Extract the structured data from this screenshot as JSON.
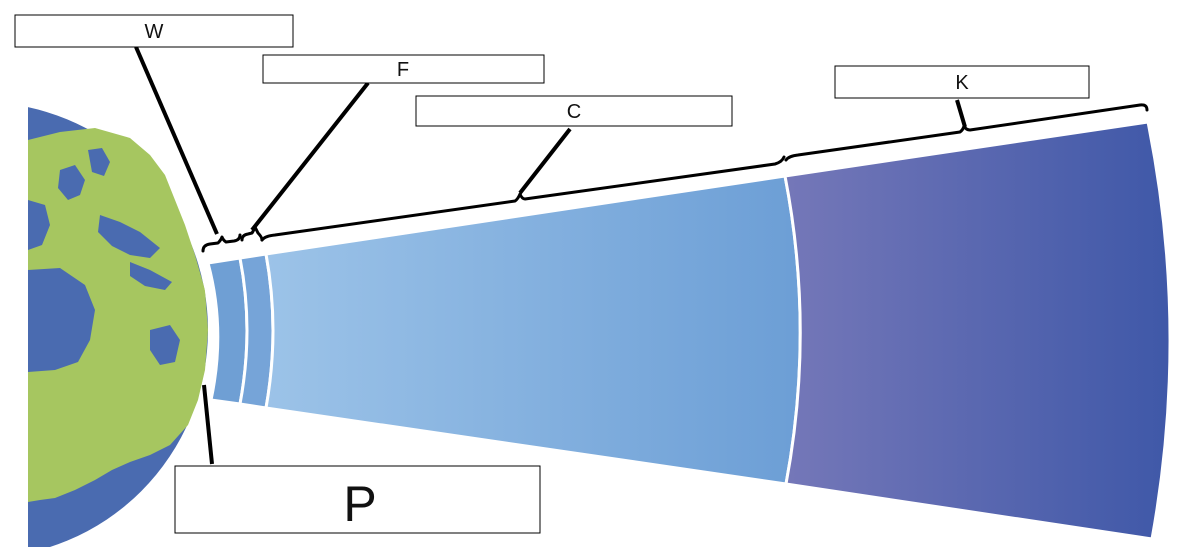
{
  "labels": {
    "w": "W",
    "f": "F",
    "c": "C",
    "k": "K",
    "p": "P"
  },
  "colors": {
    "earth_ocean": "#4a6bb0",
    "earth_land": "#a6c660",
    "layer_w": "#6f9fd4",
    "layer_f": "#76a4d8",
    "layer_c_start": "#9cc3e8",
    "layer_c_end": "#6d9fd6",
    "layer_k_start": "#7477b8",
    "layer_k_end": "#3f58a8",
    "lines": "#000000"
  },
  "icons": [
    "earth-globe-icon"
  ]
}
